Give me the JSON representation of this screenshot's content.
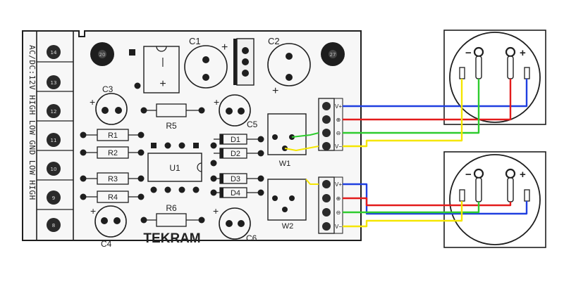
{
  "board": {
    "brand": "TEKRAM",
    "power_label": "AC/DC:12V HIGH LOW GND LOW HIGH",
    "terminal_numbers": [
      "14",
      "13",
      "12",
      "11",
      "10",
      "9",
      "8"
    ],
    "mount_holes": [
      "20",
      "27"
    ],
    "chip": "U1",
    "resistors": [
      "R1",
      "R2",
      "R3",
      "R4",
      "R5",
      "R6"
    ],
    "diodes": [
      "D1",
      "D2",
      "D3",
      "D4"
    ],
    "caps": [
      "C1",
      "C2",
      "C3",
      "C4",
      "C5",
      "C6"
    ],
    "pots": [
      "W1",
      "W2"
    ],
    "plus": "+",
    "minus": "−",
    "vertical_minus": "|"
  },
  "connectors": {
    "top_pins": [
      "V+",
      "⊕",
      "⊖",
      "V−"
    ],
    "bottom_pins": [
      "V+",
      "⊕",
      "⊖",
      "V−"
    ]
  },
  "meters": {
    "minus": "−",
    "plus": "+"
  },
  "colors": {
    "blue": "#1f3fe0",
    "red": "#e31b1b",
    "green": "#2ecc2e",
    "yellow": "#f5e600",
    "board_fill": "#f7f7f7",
    "ink": "#1e1e1e"
  }
}
